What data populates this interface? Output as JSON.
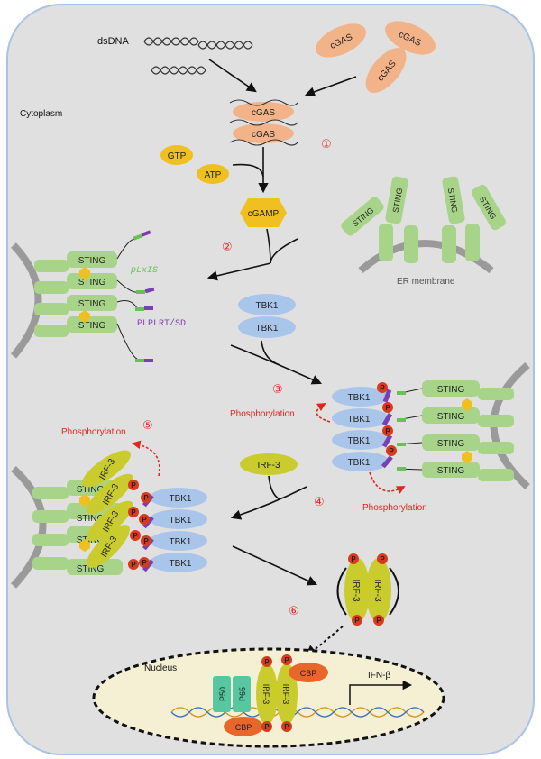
{
  "labels": {
    "dsdna": "dsDNA",
    "cytoplasm": "Cytoplasm",
    "cgas": "cGAS",
    "gtp": "GTP",
    "atp": "ATP",
    "cgamp": "cGAMP",
    "sting": "STING",
    "er_membrane": "ER membrane",
    "plxis": "pLxIS",
    "plplrt": "PLPLRT/SD",
    "tbk1": "TBK1",
    "irf3": "IRF-3",
    "phosphorylation": "Phosphorylation",
    "p": "P",
    "nucleus": "Nucleus",
    "cbp": "CBP",
    "p50": "P50",
    "p65": "P65",
    "ifnb": "IFN-β"
  },
  "steps": [
    "①",
    "②",
    "③",
    "④",
    "⑤",
    "⑥"
  ],
  "colors": {
    "cell_bg": "#e0e0e0",
    "cell_border": "#a9c3e6",
    "cgas": "#f2b389",
    "yellow": "#f0c020",
    "sting": "#a8d48a",
    "tbk1": "#a9c6ea",
    "irf3": "#c9cc2c",
    "step_red": "#e0261f",
    "nucleus_bg": "#f5efd3",
    "p_circle": "#d83a1e",
    "cbp": "#e8662a",
    "p50_p65": "#56c7a0",
    "motif_green": "#6bbf59",
    "motif_purple": "#7a3fb0"
  }
}
